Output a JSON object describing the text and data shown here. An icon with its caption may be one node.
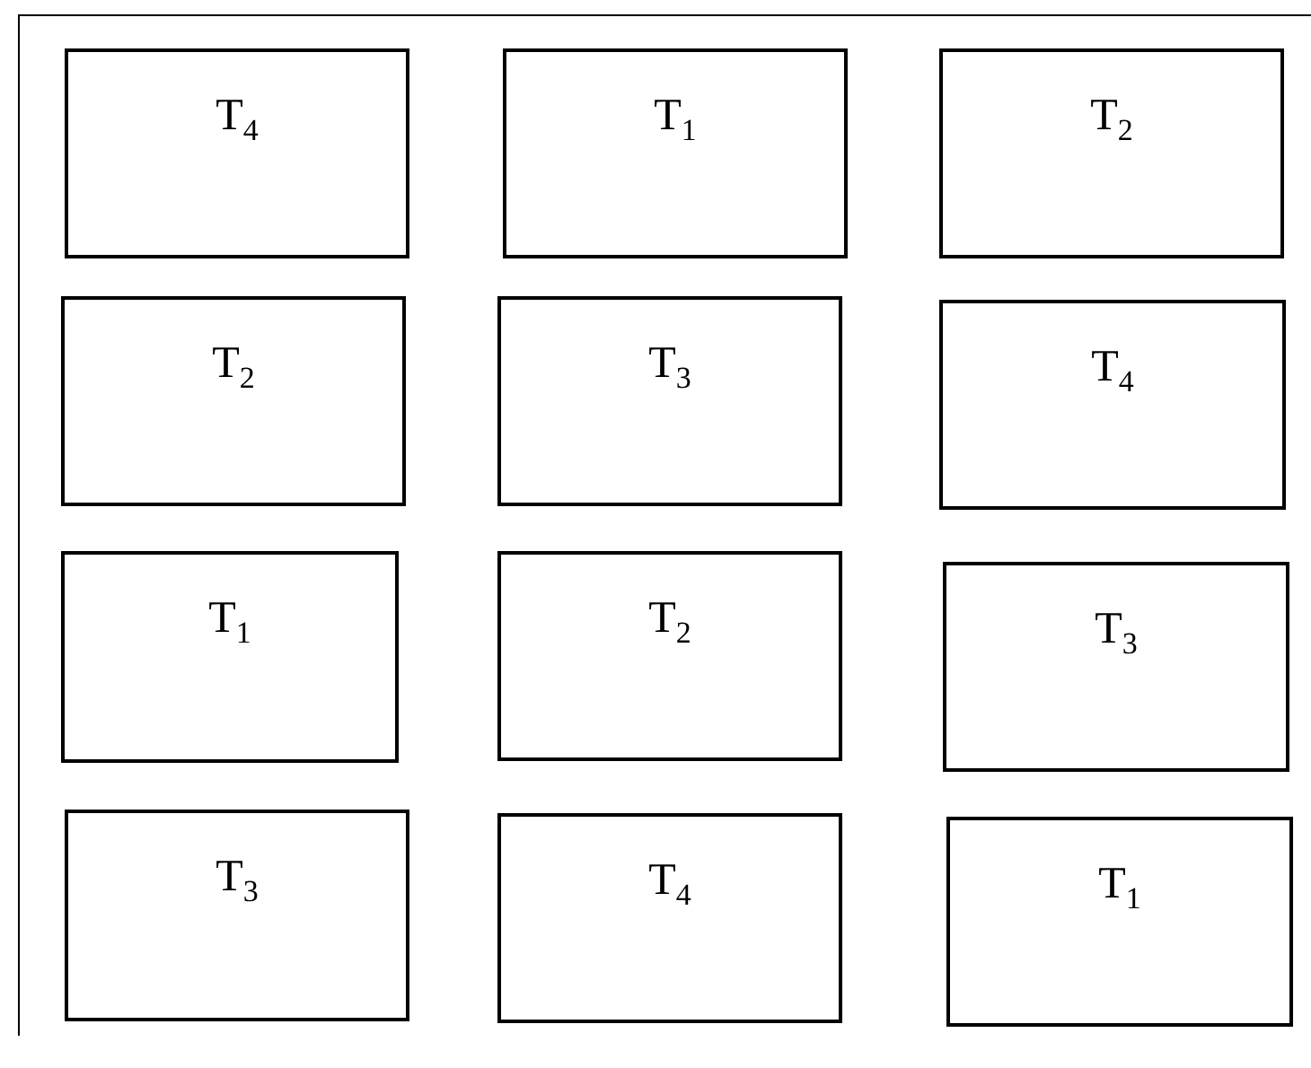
{
  "diagram": {
    "nodes": [
      {
        "text": [
          "T$_{4}$"
        ]
      },
      {
        "text": [
          "T$_{1}$"
        ]
      },
      {
        "text": [
          "T$_{2}$"
        ]
      },
      {
        "text": [
          "T$_{2}$"
        ]
      },
      {
        "text": [
          "T$_{3}$"
        ]
      },
      {
        "text": [
          "T$_{4}$"
        ]
      },
      {
        "text": [
          "T$_{1}$"
        ]
      },
      {
        "text": [
          "T$_{2}$"
        ]
      },
      {
        "text": [
          "T$_{3}$"
        ]
      },
      {
        "text": [
          "T$_{3}$"
        ]
      },
      {
        "text": [
          "T$_{4}$"
        ]
      },
      {
        "text": [
          "T$_{1}$"
        ]
      }
    ]
  }
}
